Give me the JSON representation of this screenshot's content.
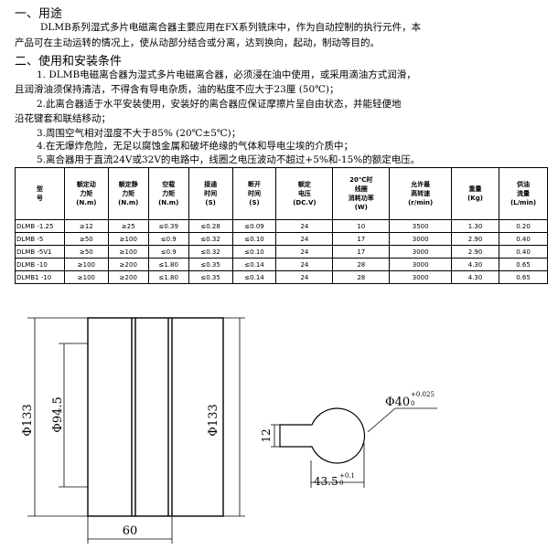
{
  "section1": {
    "title": "一、用途",
    "lines": [
      "DLMB系列湿式多片电磁离合器主要应用在FX系列铣床中，作为自动控制的执行元件，本",
      "产品可在主动运转的情况上，使从动部分结合或分离，达到换向，起动，制动等目的。"
    ]
  },
  "section2": {
    "title": "二、使用和安装条件",
    "lines": [
      "1. DLMB电磁离合器为湿式多片电磁离合器，必须浸在油中使用，或采用滴油方式润滑，",
      "且润滑油须保持清洁，不得含有导电杂质，油的粘度不应大于23厘 (50℃)；",
      "2.此离合器适于水平安装使用，安装好的离合器应保证摩擦片呈自由状态，并能轻便地",
      "沿花键套和联结移动；",
      "3.周围空气相对湿度不大于85% (20℃±5℃)；",
      "4.在无爆炸危险，无足以腐蚀金属和破坏绝缘的气体和导电尘埃的介质中；",
      "5.离合器用于直流24V或32V的电路中，线圈之电压波动不超过+5%和-15%的额定电压。"
    ]
  },
  "table": {
    "headers": [
      [
        "型",
        "号"
      ],
      [
        "额定动",
        "力矩",
        "(N.m)"
      ],
      [
        "额定静",
        "力矩",
        "(N.m)"
      ],
      [
        "空载",
        "力矩",
        "(N.m)"
      ],
      [
        "接通",
        "时间",
        "(S)"
      ],
      [
        "断开",
        "时间",
        "(S)"
      ],
      [
        "额定",
        "电压",
        "(DC.V)"
      ],
      [
        "20℃时",
        "线圈",
        "消耗功率",
        "(W)"
      ],
      [
        "允许最",
        "高转速",
        "(r/min)"
      ],
      [
        "重量",
        "(Kg)"
      ],
      [
        "供油",
        "流量",
        "(L/min)"
      ]
    ],
    "rows": [
      [
        "DLMB -1.25",
        "≥12",
        "≥25",
        "≤0.39",
        "≤0.28",
        "≤0.09",
        "24",
        "10",
        "3500",
        "1.30",
        "0.20"
      ],
      [
        "DLMB -5",
        "≥50",
        "≥100",
        "≤0.9",
        "≤0.32",
        "≤0.10",
        "24",
        "17",
        "3000",
        "2.90",
        "0.40"
      ],
      [
        "DLMB -5V1",
        "≥50",
        "≥100",
        "≤0.9",
        "≤0.32",
        "≤0.10",
        "24",
        "17",
        "3000",
        "2.90",
        "0.40"
      ],
      [
        "DLMB -10",
        "≥100",
        "≥200",
        "≤1.80",
        "≤0.35",
        "≤0.14",
        "24",
        "28",
        "3000",
        "4.30",
        "0.65"
      ],
      [
        "DLMB1 -10",
        "≥100",
        "≥200",
        "≤1.80",
        "≤0.35",
        "≤0.14",
        "24",
        "28",
        "3000",
        "4.30",
        "0.65"
      ]
    ]
  },
  "drawing": {
    "outer_dia": "Φ133",
    "inner_dia": "Φ94.5",
    "outer_dia_right": "Φ133",
    "length": "60",
    "bore_dia": "Φ40",
    "bore_tol": "+0.025",
    "bore_tol_low": "0",
    "key_width": "12",
    "key_depth": "43.5",
    "key_depth_tol": "+0.1",
    "key_depth_tol_low": "0"
  }
}
